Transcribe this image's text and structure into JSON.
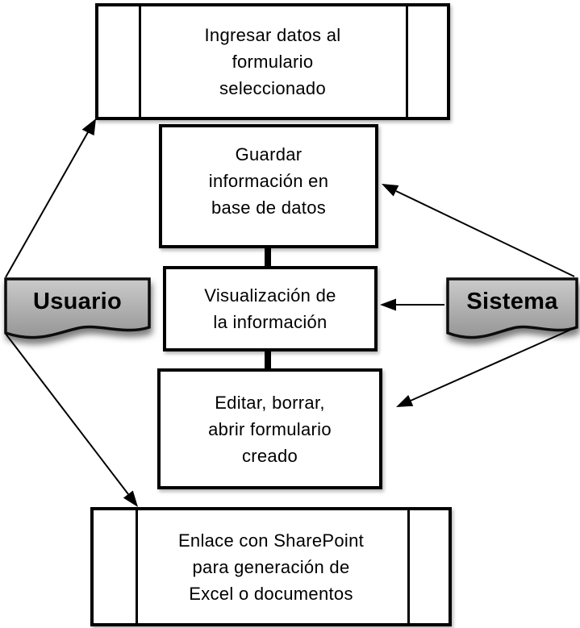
{
  "diagram": {
    "nodes": [
      {
        "id": "ingresar-datos",
        "shape": "predefined-process",
        "text": "Ingresar datos al formulario seleccionado",
        "lines": [
          "Ingresar datos al",
          "formulario",
          "seleccionado"
        ]
      },
      {
        "id": "guardar-informacion",
        "shape": "process",
        "text": "Guardar información en base de datos",
        "lines": [
          "Guardar",
          "información en",
          "base de datos"
        ]
      },
      {
        "id": "visualizacion",
        "shape": "process",
        "text": "Visualización de la información",
        "lines": [
          "Visualización de",
          "la información"
        ]
      },
      {
        "id": "editar",
        "shape": "process",
        "text": "Editar, borrar, abrir formulario creado",
        "lines": [
          "Editar, borrar,",
          "abrir formulario",
          "creado"
        ]
      },
      {
        "id": "enlace-sharepoint",
        "shape": "predefined-process",
        "text": "Enlace con SharePoint para generación de Excel o documentos",
        "lines": [
          "Enlace con SharePoint",
          "para generación de",
          "Excel o documentos"
        ]
      }
    ],
    "actors": [
      {
        "id": "usuario",
        "label": "Usuario",
        "shape": "document"
      },
      {
        "id": "sistema",
        "label": "Sistema",
        "shape": "document"
      }
    ],
    "connections": [
      {
        "from": "usuario",
        "to": "ingresar-datos",
        "style": "arrow"
      },
      {
        "from": "usuario",
        "to": "enlace-sharepoint",
        "style": "arrow"
      },
      {
        "from": "sistema",
        "to": "guardar-informacion",
        "style": "arrow"
      },
      {
        "from": "sistema",
        "to": "visualizacion",
        "style": "arrow"
      },
      {
        "from": "sistema",
        "to": "editar",
        "style": "arrow"
      },
      {
        "from": "guardar-informacion",
        "to": "visualizacion",
        "style": "thick-bar"
      },
      {
        "from": "visualizacion",
        "to": "editar",
        "style": "thick-bar"
      }
    ],
    "colors": {
      "background": "#ffffff",
      "node_border": "#000000",
      "node_fill": "#ffffff",
      "text": "#000000",
      "actor_gradient_top": "#cacaca",
      "actor_gradient_bottom": "#969696",
      "arrow": "#000000"
    }
  }
}
